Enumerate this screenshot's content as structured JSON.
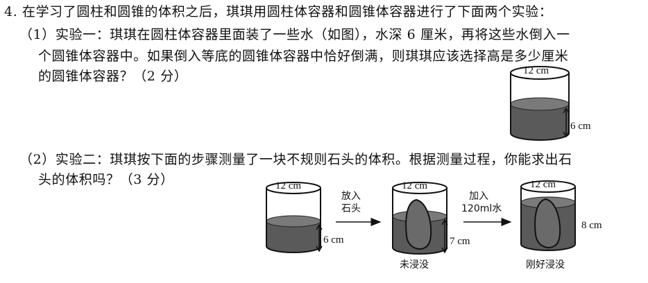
{
  "question": {
    "line1": "4. 在学习了圆柱和圆锥的体积之后，琪琪用圆柱体容器和圆锥体容器进行了下面两个实验：",
    "part1_line1": "（1）实验一：琪琪在圆柱体容器里面装了一些水（如图），水深 6 厘米，再将这些水倒入一",
    "part1_line2": "个圆锥体容器中。如果倒入等底的圆锥体容器中恰好倒满，则琪琪应该选择高是多少厘米",
    "part1_line3": "的圆锥体容器？（2 分）",
    "part2_line1": "（2）实验二：琪琪按下面的步骤测量了一块不规则石头的体积。根据测量过程，你能求出石",
    "part2_line2": "头的体积吗？（3 分）"
  },
  "figures": {
    "fig1": {
      "diameter": "12 cm",
      "depth": "6 cm"
    },
    "fig2a": {
      "diameter": "12 cm",
      "depth": "6 cm"
    },
    "arrow1": {
      "line1": "放入",
      "line2": "石头"
    },
    "fig2b": {
      "diameter": "12 cm",
      "depth": "7 cm",
      "caption": "未浸没"
    },
    "arrow2": {
      "line1": "加入",
      "line2": "120ml水"
    },
    "fig2c": {
      "diameter": "12 cm",
      "depth": "8 cm",
      "caption": "刚好浸没"
    }
  }
}
